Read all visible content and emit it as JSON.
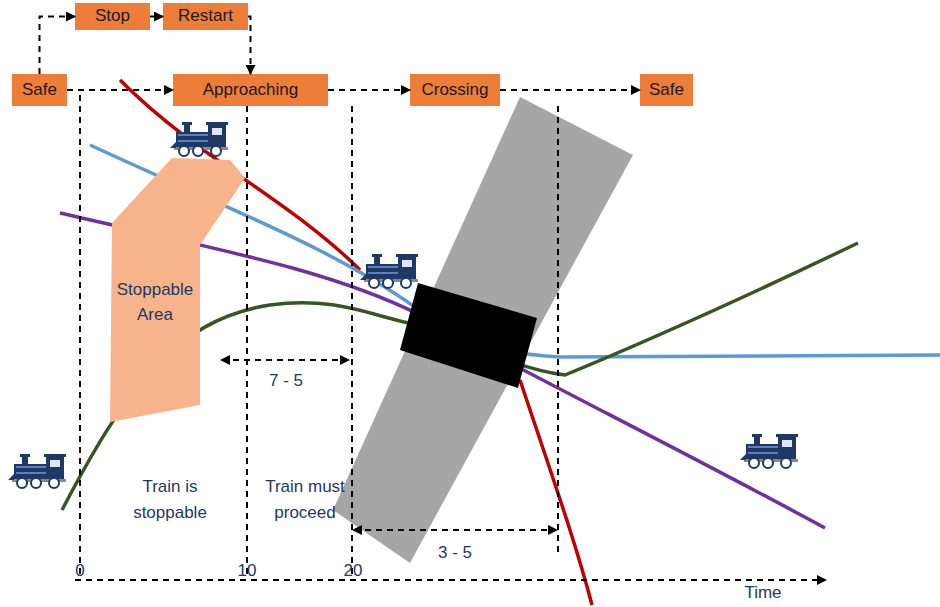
{
  "diagram": {
    "nodes": [
      {
        "text": [
          "Stop"
        ]
      },
      {
        "text": [
          "Restart"
        ]
      },
      {
        "text": [
          "Safe"
        ]
      },
      {
        "text": [
          "Approaching"
        ]
      },
      {
        "text": [
          "Crossing"
        ]
      },
      {
        "text": [
          "Safe"
        ]
      },
      {
        "text": [
          "Stoppable Area"
        ]
      }
    ],
    "edges": [
      {
        "from": 2,
        "to": 0,
        "arrow": "to"
      },
      {
        "from": 0,
        "to": 1,
        "arrow": "to"
      },
      {
        "from": 1,
        "to": 3,
        "arrow": "to"
      },
      {
        "from": 2,
        "to": 3,
        "arrow": "to"
      },
      {
        "from": 3,
        "to": 4,
        "arrow": "to"
      },
      {
        "from": 4,
        "to": 5,
        "arrow": "to"
      }
    ],
    "labels": [
      "Train is stoppable",
      "Train must proceed",
      "7 - 5",
      "3 - 5",
      "0",
      "10",
      "20",
      "Time"
    ]
  }
}
